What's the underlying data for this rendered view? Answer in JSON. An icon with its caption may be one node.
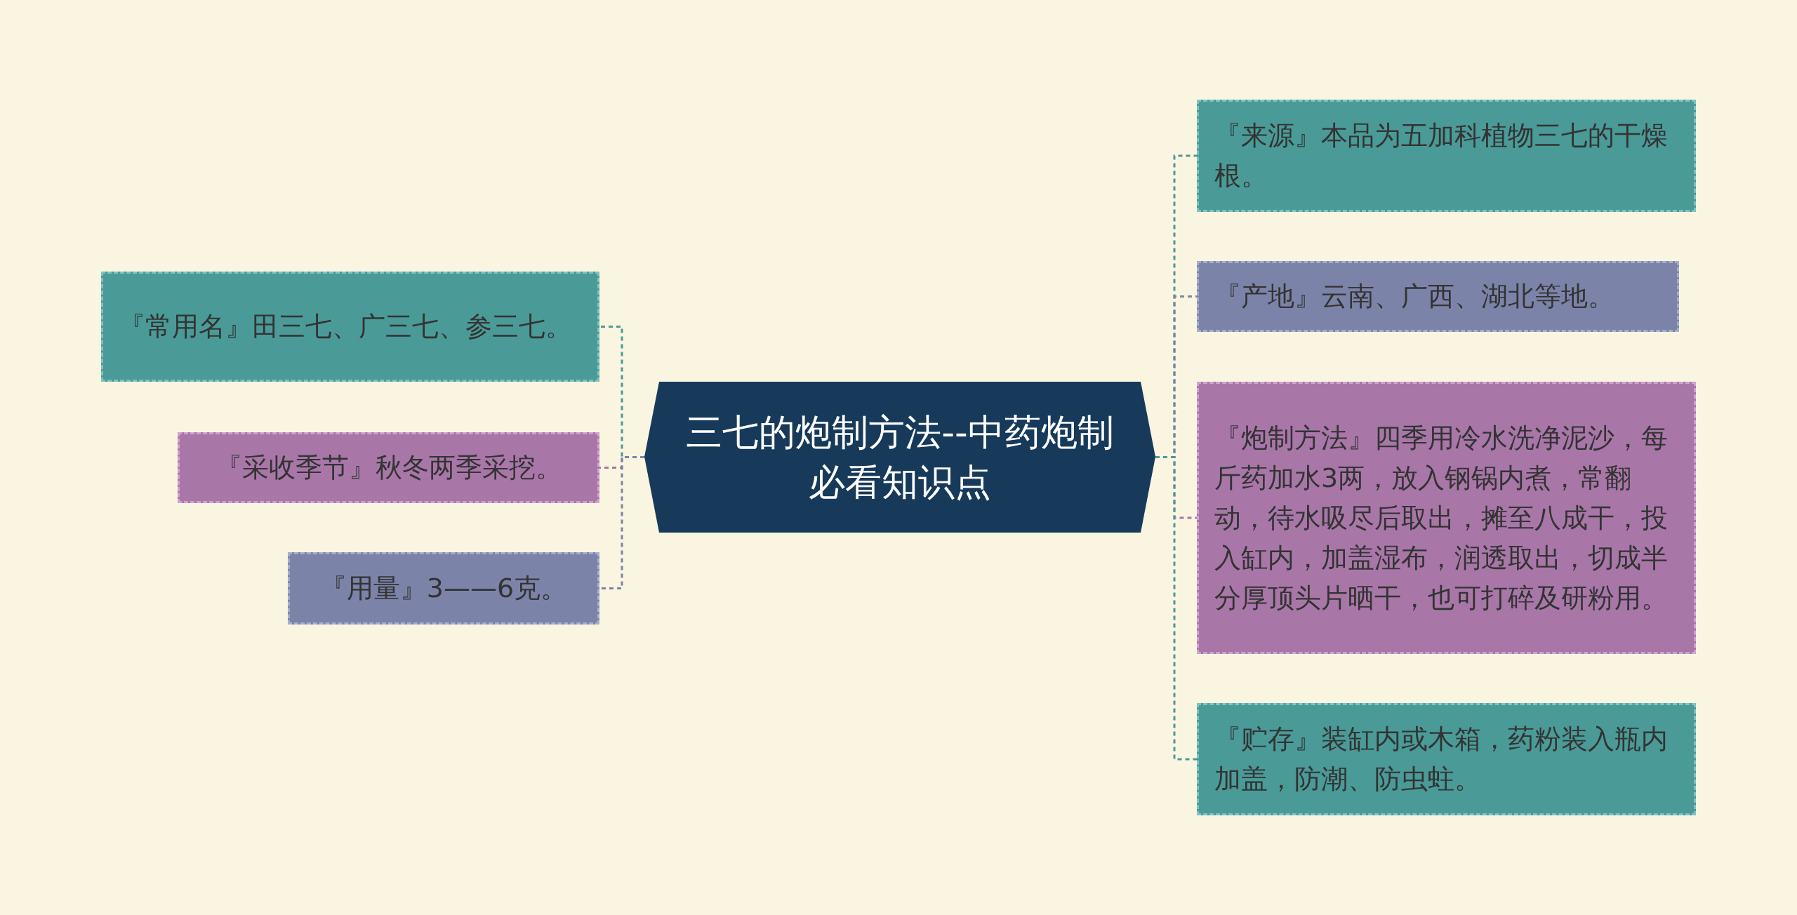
{
  "diagram": {
    "nodes": [
      {
        "text": [
          "三七的炮制方法--中药炮制必看知识点"
        ]
      },
      {
        "text": [
          "『常用名』田三七、广三七、参三七。"
        ]
      },
      {
        "text": [
          "『采收季节』秋冬两季采挖。"
        ]
      },
      {
        "text": [
          "『用量』3——6克。"
        ]
      },
      {
        "text": [
          "『来源』本品为五加科植物三七的干燥根。"
        ]
      },
      {
        "text": [
          "『产地』云南、广西、湖北等地。"
        ]
      },
      {
        "text": [
          "『炮制方法』四季用冷水洗净泥沙，每斤药加水3两，放入钢锅内煮，常翻动，待水吸尽后取出，摊至八成干，投入缸内，加盖湿布，润透取出，切成半分厚顶头片晒干，也可打碎及研粉用。"
        ]
      },
      {
        "text": [
          "『贮存』装缸内或木箱，药粉装入瓶内加盖，防潮、防虫蛀。"
        ]
      }
    ],
    "edges": [
      {
        "from": 0,
        "to": 1,
        "arrow": "none"
      },
      {
        "from": 0,
        "to": 2,
        "arrow": "none",
        "color": "#a877a8"
      },
      {
        "from": 0,
        "to": 3,
        "arrow": "none",
        "color": "#7b84a8"
      },
      {
        "from": 0,
        "to": 4,
        "arrow": "none"
      },
      {
        "from": 0,
        "to": 5,
        "arrow": "none",
        "color": "#7b84a8"
      },
      {
        "from": 0,
        "to": 6,
        "arrow": "none",
        "color": "#a877a8"
      },
      {
        "from": 0,
        "to": 7,
        "arrow": "none"
      }
    ]
  }
}
